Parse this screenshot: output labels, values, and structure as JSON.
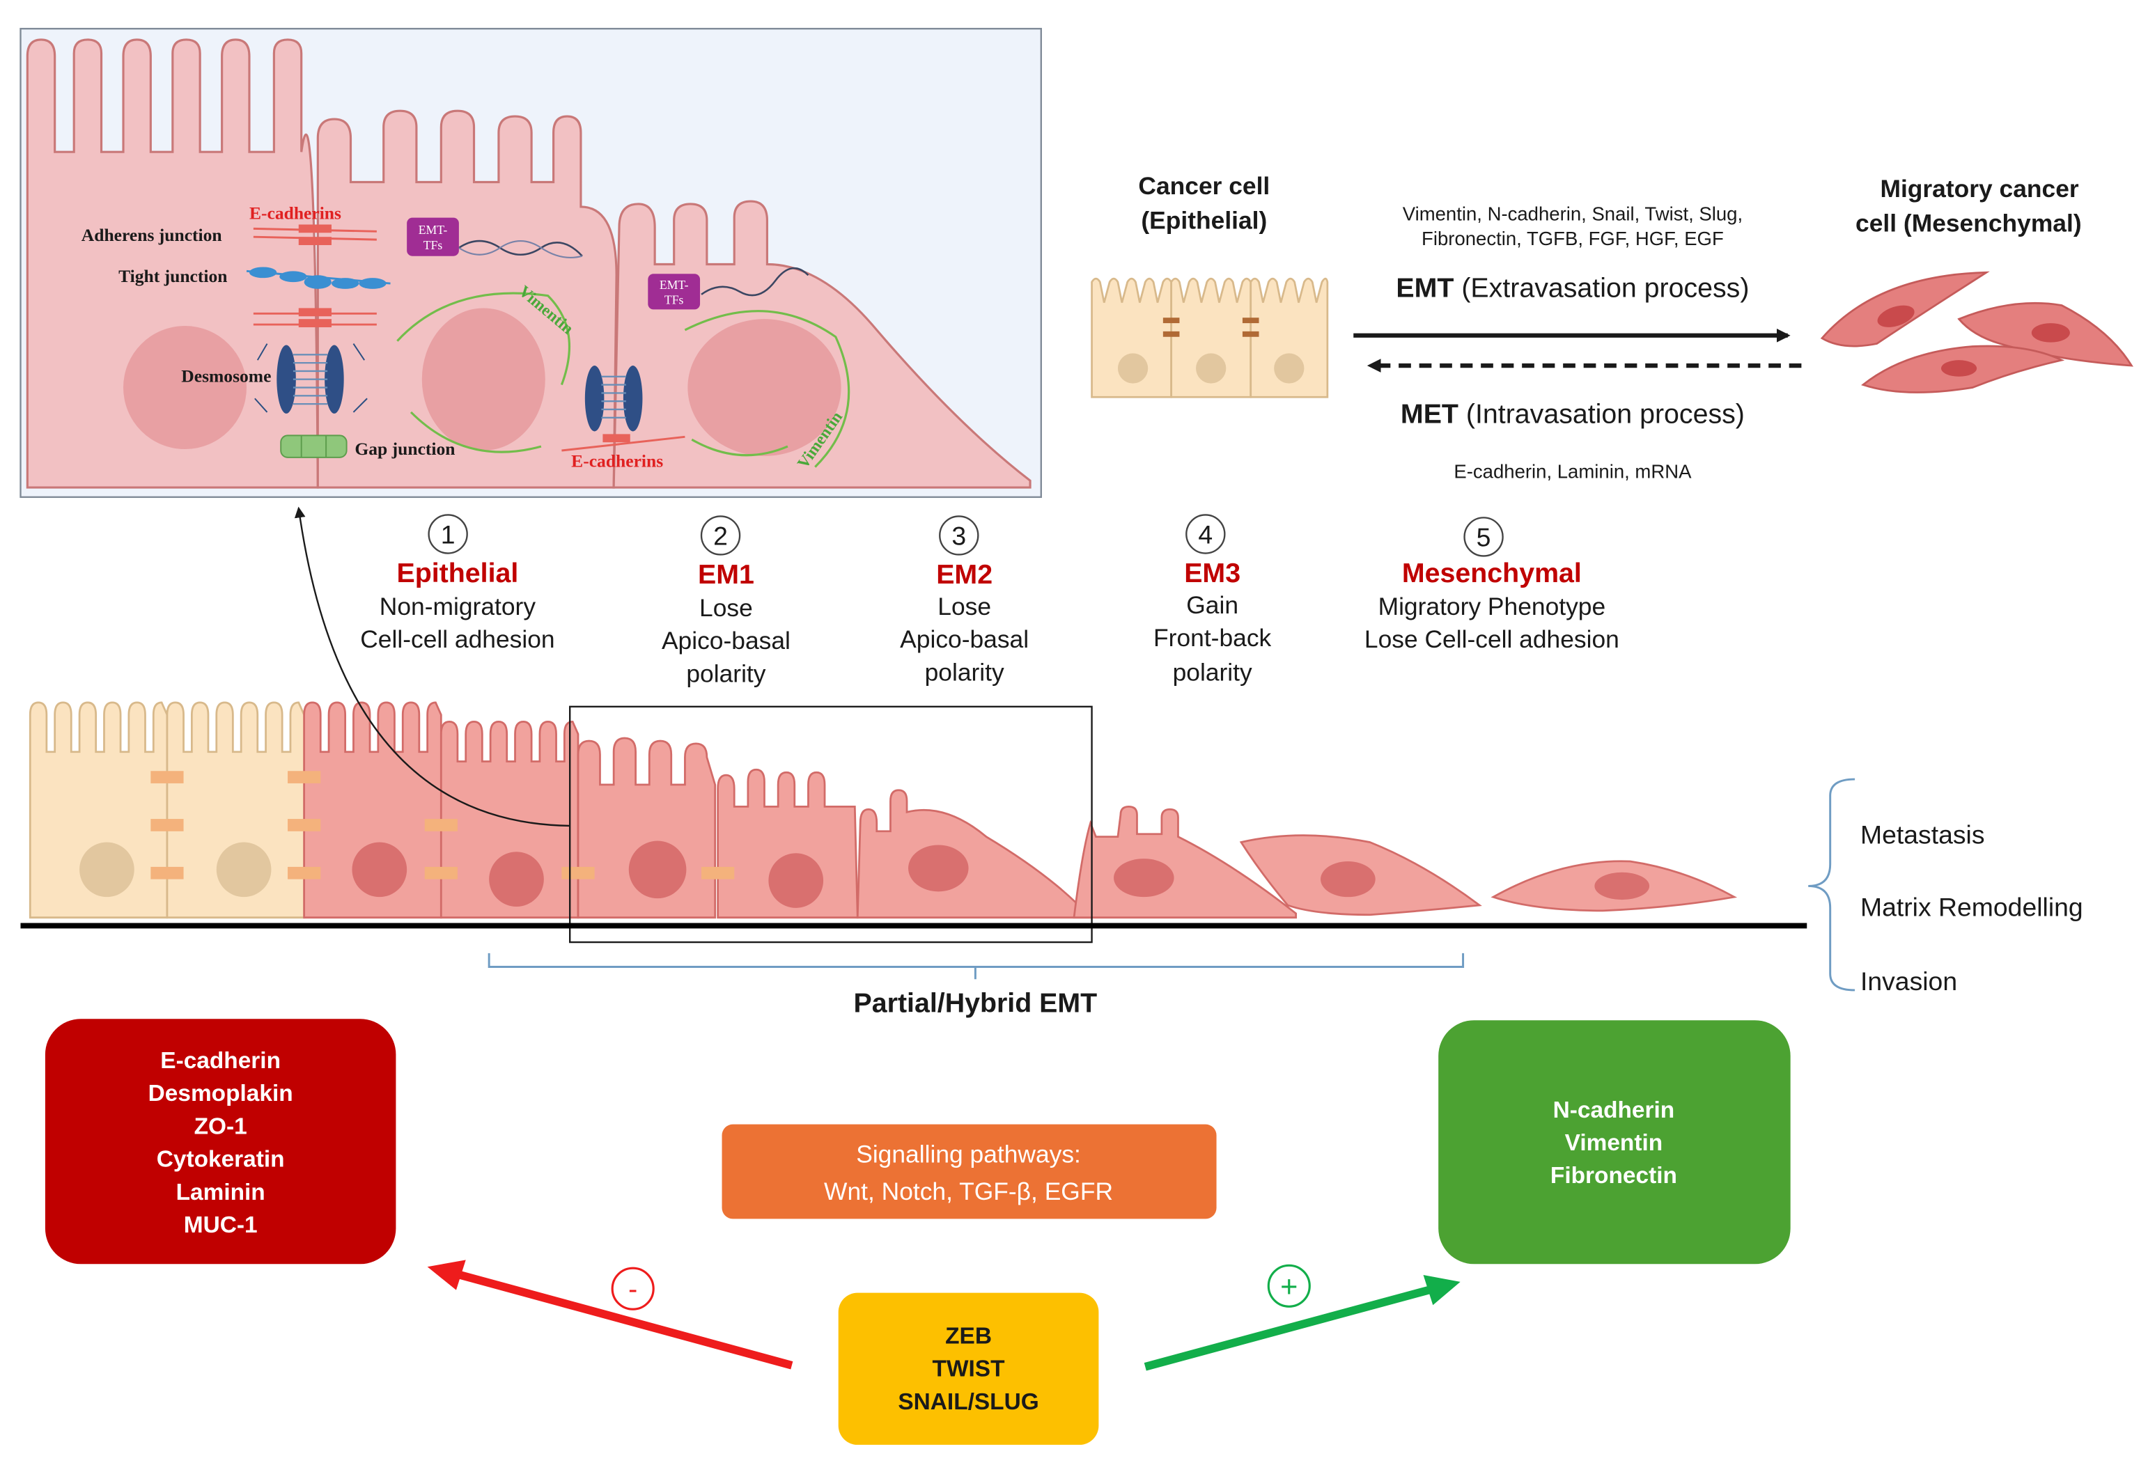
{
  "inset": {
    "adherens_label": "Adherens junction",
    "tight_label": "Tight junction",
    "desmosome_label": "Desmosome",
    "gap_label": "Gap junction",
    "ecad_top_label": "E-cadherins",
    "ecad_bottom_label": "E-cadherins",
    "emt_tf_1": [
      "EMT-",
      "TFs"
    ],
    "emt_tf_2": [
      "EMT-",
      "TFs"
    ],
    "vimentin_1": "Vimentin",
    "vimentin_2": "Vimentin"
  },
  "transition": {
    "cancer_cell_title": [
      "Cancer cell",
      "(Epithelial)"
    ],
    "migratory_title": [
      "Migratory cancer",
      "cell (Mesenchymal)"
    ],
    "emt_markers": [
      "Vimentin, N-cadherin, Snail, Twist, Slug,",
      "Fibronectin, TGFB, FGF, HGF, EGF"
    ],
    "emt_abbr": "EMT",
    "emt_process": " (Extravasation process)",
    "met_abbr": "MET",
    "met_process": " (Intravasation process)",
    "met_markers": "E-cadherin, Laminin, mRNA"
  },
  "stages": [
    {
      "num": "1",
      "title": "Epithelial",
      "lines": [
        "Non-migratory",
        "Cell-cell adhesion"
      ]
    },
    {
      "num": "2",
      "title": "EM1",
      "lines": [
        "Lose",
        "Apico-basal",
        "polarity"
      ]
    },
    {
      "num": "3",
      "title": "EM2",
      "lines": [
        "Lose",
        "Apico-basal",
        "polarity"
      ]
    },
    {
      "num": "4",
      "title": "EM3",
      "lines": [
        "Gain",
        "Front-back",
        "polarity"
      ]
    },
    {
      "num": "5",
      "title": "Mesenchymal",
      "lines": [
        "Migratory Phenotype",
        "Lose Cell-cell adhesion"
      ]
    }
  ],
  "outcomes": [
    "Metastasis",
    "Matrix Remodelling",
    "Invasion"
  ],
  "partial_emt_label": "Partial/Hybrid EMT",
  "epithelial_markers": [
    "E-cadherin",
    "Desmoplakin",
    "ZO-1",
    "Cytokeratin",
    "Laminin",
    "MUC-1"
  ],
  "mesenchymal_markers": [
    "N-cadherin",
    "Vimentin",
    "Fibronectin"
  ],
  "signalling": {
    "title": "Signalling pathways:",
    "pathways": "Wnt, Notch, TGF-β, EGFR"
  },
  "transcription_factors": [
    "ZEB",
    "TWIST",
    "SNAIL/SLUG"
  ],
  "minus_sign": "-",
  "plus_sign": "+",
  "colors": {
    "epithelial_box": "#c00000",
    "mesenchymal_box": "#4ca232",
    "signalling_box": "#ec7234",
    "tf_box": "#fdc000",
    "inhibit_arrow": "#ee1c1c",
    "activate_arrow": "#12ae4a",
    "inset_bg": "#eef3fb"
  }
}
